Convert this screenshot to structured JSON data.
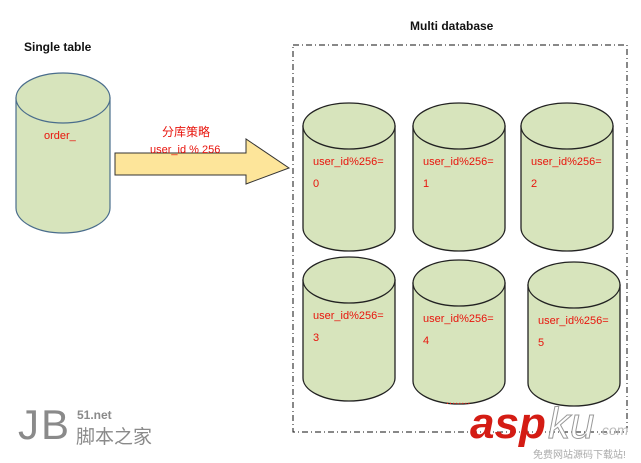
{
  "diagram": {
    "left_title": "Single table",
    "right_title": "Multi database",
    "source_table": {
      "label": "order_"
    },
    "arrow": {
      "strategy_label": "分库策略",
      "formula": "user_id % 256"
    },
    "databases": [
      {
        "line1": "user_id%256=",
        "line2": "0"
      },
      {
        "line1": "user_id%256=",
        "line2": "1"
      },
      {
        "line1": "user_id%256=",
        "line2": "2"
      },
      {
        "line1": "user_id%256=",
        "line2": "3"
      },
      {
        "line1": "user_id%256=",
        "line2": "4"
      },
      {
        "line1": "user_id%256=",
        "line2": "5"
      }
    ],
    "ellipsis": "........",
    "colors": {
      "cylinder_fill": "#d7e4bc",
      "cylinder_stroke_left": "#4a6d8c",
      "cylinder_stroke": "#222222",
      "arrow_fill": "#fde59a",
      "label_red": "#e8140c"
    }
  },
  "watermarks": {
    "jb": {
      "letters": "JB",
      "domain": "51.net",
      "name": "脚本之家"
    },
    "aspku": {
      "asp": "asp",
      "ku": "ku",
      "com": ".com",
      "tagline": "免费网站源码下载站!"
    }
  }
}
